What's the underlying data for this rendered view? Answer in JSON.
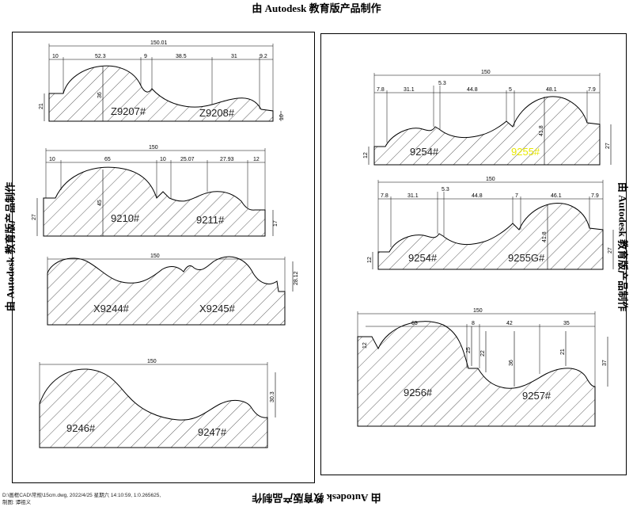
{
  "watermark": "由 Autodesk 教育版产品制作",
  "footer": {
    "line1": "D:\\画框CAD\\常规\\15cm.dwg, 2022/4/25 星期六 14:10:59, 1:0.265625,",
    "line2": "制图: 谭祖义"
  },
  "colors": {
    "line": "#000000",
    "hatch": "#333333",
    "highlight": "#e8e800"
  },
  "profiles": [
    {
      "id": "p1",
      "labels": [
        "Z9207#",
        "Z9208#"
      ],
      "overall": "150.01",
      "top_dims": [
        "10",
        "52.3",
        "9",
        "38.5",
        "31",
        "9.2"
      ],
      "side_dims": [
        "21",
        "36",
        "10"
      ]
    },
    {
      "id": "p2",
      "labels": [
        "9210#",
        "9211#"
      ],
      "overall": "150",
      "top_dims": [
        "10",
        "65",
        "10",
        "25.07",
        "27.93",
        "12"
      ],
      "side_dims": [
        "27",
        "45",
        "17"
      ]
    },
    {
      "id": "p3",
      "labels": [
        "X9244#",
        "X9245#"
      ],
      "overall": "150",
      "top_dims": [],
      "side_dims": [
        "28.12"
      ]
    },
    {
      "id": "p4",
      "labels": [
        "9246#",
        "9247#"
      ],
      "overall": "150",
      "top_dims": [],
      "side_dims": [
        "30.3"
      ]
    },
    {
      "id": "p5",
      "labels": [
        "9254#",
        "9255#"
      ],
      "overall": "150",
      "top_dims": [
        "7.8",
        "31.1",
        "5.3",
        "44.8",
        "5",
        "48.1",
        "7.9"
      ],
      "side_dims": [
        "12",
        "41.8",
        "27"
      ]
    },
    {
      "id": "p6",
      "labels": [
        "9254#",
        "9255G#"
      ],
      "overall": "150",
      "top_dims": [
        "7.8",
        "31.1",
        "5.3",
        "44.8",
        "7",
        "46.1",
        "7.9"
      ],
      "side_dims": [
        "12",
        "41.8",
        "27"
      ]
    },
    {
      "id": "p7",
      "labels": [
        "9256#",
        "9257#"
      ],
      "overall": "150",
      "top_dims": [
        "65",
        "8",
        "42",
        "35"
      ],
      "side_dims": [
        "12",
        "25",
        "22",
        "36",
        "21",
        "37"
      ]
    }
  ]
}
